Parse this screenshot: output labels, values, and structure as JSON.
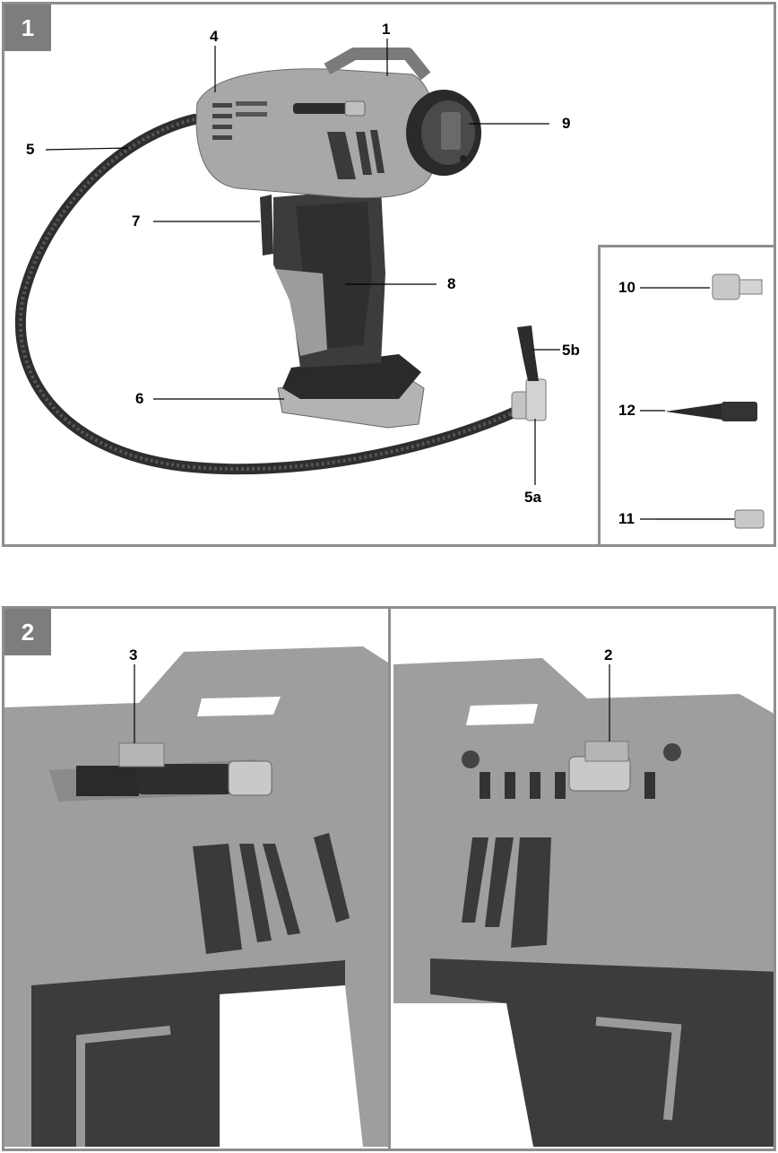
{
  "figure1": {
    "number": "1",
    "callouts": {
      "c1": "1",
      "c4": "4",
      "c5": "5",
      "c9": "9",
      "c7": "7",
      "c8": "8",
      "c6": "6",
      "c5b": "5b",
      "c5a": "5a",
      "c10": "10",
      "c12": "12",
      "c11": "11"
    }
  },
  "figure2": {
    "number": "2",
    "callouts": {
      "c3": "3",
      "c2": "2"
    }
  },
  "colors": {
    "frame": "#8e8e8e",
    "badge": "#7d7d7d",
    "body_grey": "#a8a8a8",
    "dark_grip": "#3c3c3c"
  }
}
